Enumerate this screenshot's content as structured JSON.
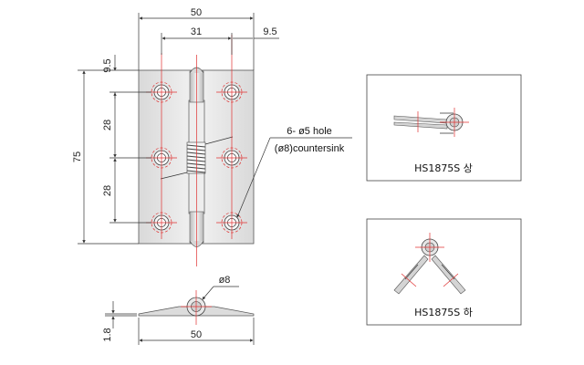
{
  "dimensions": {
    "top_width": "50",
    "hole_spacing_horizontal": "31",
    "edge_offset_right": "9.5",
    "edge_offset_top": "9.5",
    "height": "75",
    "hole_pitch_upper": "28",
    "hole_pitch_lower": "28",
    "knuckle_diameter": "ø8",
    "thickness": "1.8",
    "bottom_width": "50"
  },
  "callout": {
    "line1": "6- ø5 hole",
    "line2": "(ø8)countersink"
  },
  "views": {
    "closed_caption": "HS1875S 상",
    "open_caption": "HS1875S 하"
  },
  "colors": {
    "centerline": "#e03030",
    "plate_fill": "#e6e6e6",
    "line": "#333333"
  }
}
